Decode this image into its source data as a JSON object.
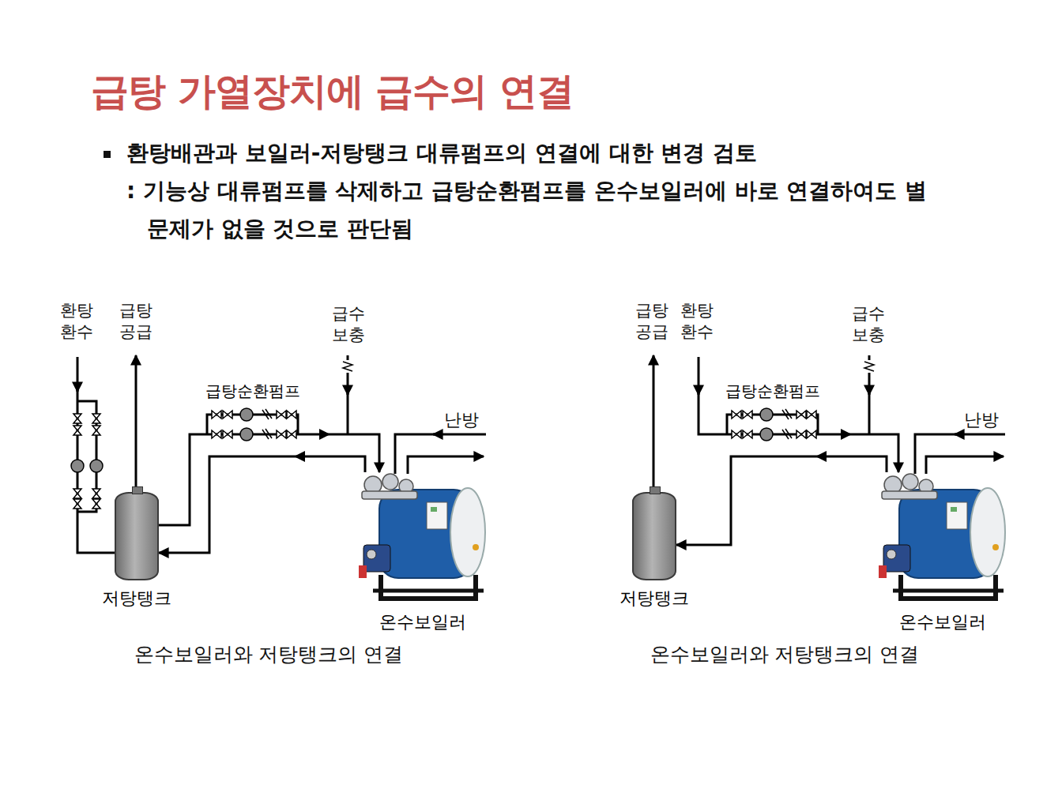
{
  "diagram": {
    "title": "급탕 가열장치에 급수의 연결",
    "nodes": [
      {
        "text": [
          "급탕순환펌프"
        ]
      },
      {
        "text": [
          "저탕탱크"
        ]
      },
      {
        "text": [
          "온수보일러"
        ]
      },
      {
        "text": [
          "급탕순환펌프"
        ]
      },
      {
        "text": [
          "저탕탱크"
        ]
      },
      {
        "text": [
          "온수보일러"
        ]
      }
    ],
    "edges": [
      {
        "from": 1,
        "to": 0,
        "arrow": "none"
      },
      {
        "from": 0,
        "to": 2,
        "arrow": "to"
      },
      {
        "from": 2,
        "to": 1,
        "arrow": "to"
      },
      {
        "from": 3,
        "to": 5,
        "arrow": "to"
      },
      {
        "from": 5,
        "to": 4,
        "arrow": "to"
      }
    ],
    "labels": [
      "환탕배관과 보일러-저탕탱크 대류펌프의 연결에 대한 변경 검토",
      ": 기능상 대류펌프를 삭제하고 급탕순환펌프를 온수보일러에 바로 연결하여도 별 문제가 없을 것으로 판단됨",
      "환탕 환수",
      "급탕 공급",
      "급수 보충",
      "난방",
      "온수보일러와 저탕탱크의 연결",
      "급탕 공급",
      "환탕 환수",
      "급수 보충",
      "난방",
      "온수보일러와 저탕탱크의 연결"
    ]
  }
}
